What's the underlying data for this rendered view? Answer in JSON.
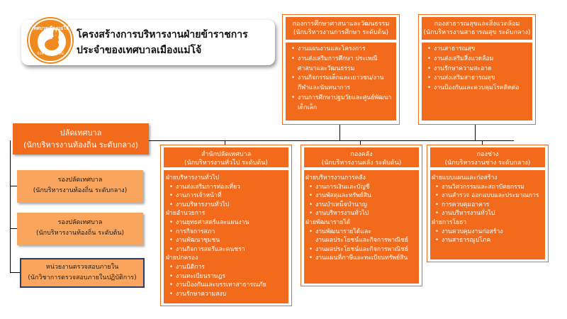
{
  "logo": {
    "top_text": "เทศบาลเมืองแม่โจ้",
    "bottom_text": "จังหวัดเชียงใหม่",
    "icon": "rabbit-emblem-icon"
  },
  "title": {
    "line1": "โครงสร้างการบริหารงานฝ่ายข้าราชการ",
    "line2": "ประจำของเทศบาลเมืองแม่โจ้"
  },
  "mayor_deputy": {
    "name": "ปลัดเทศบาล",
    "level": "(นักบริหารงานท้องถิ่น ระดับกลาง)"
  },
  "deputies": [
    {
      "name": "รองปลัดเทศบาล",
      "level": "(นักบริหารงานท้องถิ่น ระดับกลาง)"
    },
    {
      "name": "รองปลัดเทศบาล",
      "level": "(นักบริหารงานท้องถิ่น ระดับต้น)"
    }
  ],
  "audit": {
    "name": "หน่วยงานตรวจสอบภายใน",
    "level": "(นักวิชาการตรวจสอบภายในปฏิบัติการ)"
  },
  "education": {
    "name": "กองการศึกษาศาสนาและวัฒนธรรม",
    "level": "(นักบริหารงานการศึกษา ระดับต้น)",
    "items": [
      {
        "text": "งานแผนงานและโครงการ",
        "bullet": true
      },
      {
        "text": "งานส่งเสริมการศึกษา ประเพณี",
        "bullet": true
      },
      {
        "text": "ศาสนาและวัฒนธรรม",
        "bullet": false
      },
      {
        "text": "งานกิจกรรมเด็กและเยาวชน/งาน",
        "bullet": true
      },
      {
        "text": "กีฬาและนันทนาการ",
        "bullet": false
      },
      {
        "text": "งานการศึกษาปฐมวัยและศูนย์พัฒนา",
        "bullet": true
      },
      {
        "text": "เด็กเล็ก",
        "bullet": false
      }
    ]
  },
  "health": {
    "name": "กองสาธารณสุขและสิ่งแวดล้อม",
    "level": "(นักบริหารงานสาธารณสุข ระดับกลาง)",
    "items": [
      {
        "text": "งานสาธารณสุข",
        "bullet": true
      },
      {
        "text": "งานส่งเสริมสิ่งแวดล้อม",
        "bullet": true
      },
      {
        "text": "งานรักษาความสะอาด",
        "bullet": true
      },
      {
        "text": "งานส่งเสริมสาธารณสุข",
        "bullet": true
      },
      {
        "text": "งานป้องกันและควบคุมโรคติดต่อ",
        "bullet": true
      }
    ]
  },
  "office": {
    "name": "สำนักปลัดเทศบาล",
    "level": "(นักบริหารงานทั่วไป ระดับต้น)",
    "items": [
      {
        "text": "ฝ่ายบริหารงานทั่วไป",
        "type": "hdr"
      },
      {
        "text": "งานส่งเสริมการท่องเที่ยว",
        "type": "it"
      },
      {
        "text": "งานการเจ้าหน้าที่",
        "type": "it"
      },
      {
        "text": "งานบริหารงานทั่วไป",
        "type": "it"
      },
      {
        "text": "ฝ่ายอำนวยการ",
        "type": "hdr"
      },
      {
        "text": "งานยุทธศาสตร์และแผนงาน",
        "type": "it"
      },
      {
        "text": "การกิจการสภา",
        "type": "it"
      },
      {
        "text": "งานพัฒนาชุมชน",
        "type": "it"
      },
      {
        "text": "งานกิจการสตรีและคนชรา",
        "type": "it"
      },
      {
        "text": "ฝ่ายปกครอง",
        "type": "hdr"
      },
      {
        "text": "งานนิติการ",
        "type": "it"
      },
      {
        "text": "งานทะเบียนราษฎร",
        "type": "it"
      },
      {
        "text": "งานป้องกันและบรรเทาสาธารณภัย",
        "type": "it"
      },
      {
        "text": "งานรักษาความสงบ",
        "type": "it"
      }
    ]
  },
  "finance": {
    "name": "กองคลัง",
    "level": "(นักบริหารงานคลัง ระดับต้น)",
    "items": [
      {
        "text": "ฝ่ายบริหารงานการคลัง",
        "type": "hdr"
      },
      {
        "text": "งานการเงินและบัญชี",
        "type": "it"
      },
      {
        "text": "งานพัสดุและทรัพย์สิน",
        "type": "it"
      },
      {
        "text": "งานบำเหน็จบำนาญ",
        "type": "it"
      },
      {
        "text": "งานบริหารงานทั่วไป",
        "type": "it"
      },
      {
        "text": "ฝ่ายพัฒนารายได้",
        "type": "hdr"
      },
      {
        "text": "งานพัฒนารายได้และ",
        "type": "it"
      },
      {
        "text": "งานผลประโยชน์และกิจการพาณิชย์",
        "type": "cont"
      },
      {
        "text": "งานผลประโยชน์และกิจการพาณิชย์",
        "type": "it"
      },
      {
        "text": "งานแผนที่ภาษีและทะเบียนทรัพย์สิน",
        "type": "it"
      }
    ]
  },
  "engineering": {
    "name": "กองช่าง",
    "level": "(นักบริหารงานช่าง ระดับกลาง)",
    "items": [
      {
        "text": "ฝ่ายแบบแผนและก่อสร้าง",
        "type": "hdr"
      },
      {
        "text": "งานวิศวกรรมและสถาปัตยกรรม",
        "type": "it"
      },
      {
        "text": "งานสำรวจ ออกแบบและประมาณการ",
        "type": "it"
      },
      {
        "text": "การควบคุมอาคาร",
        "type": "it"
      },
      {
        "text": "งานบริหารงานทั่วไป",
        "type": "it"
      },
      {
        "text": "ฝ่ายการโยธา",
        "type": "hdr"
      },
      {
        "text": "งานควบคุมงานก่อสร้าง",
        "type": "it"
      },
      {
        "text": "งานสาธารณูปโภค",
        "type": "it"
      }
    ]
  },
  "colors": {
    "accent": "#f26b1d",
    "pale": "#f9a55e"
  }
}
